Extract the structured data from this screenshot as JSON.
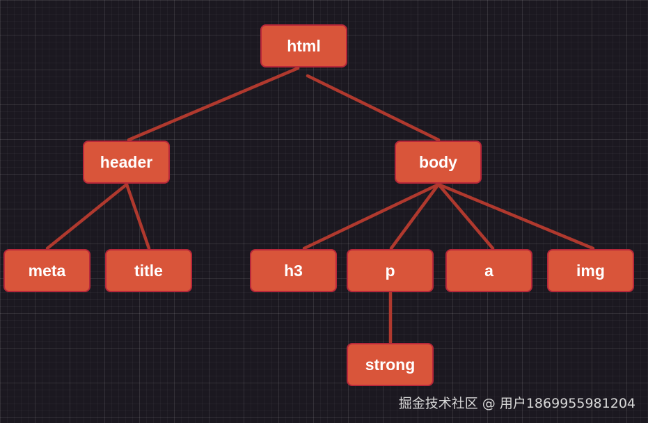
{
  "tree": {
    "nodes": {
      "html": "html",
      "header": "header",
      "body": "body",
      "meta": "meta",
      "title": "title",
      "h3": "h3",
      "p": "p",
      "a": "a",
      "img": "img",
      "strong": "strong"
    },
    "edges": [
      [
        "html",
        "header"
      ],
      [
        "html",
        "body"
      ],
      [
        "header",
        "meta"
      ],
      [
        "header",
        "title"
      ],
      [
        "body",
        "h3"
      ],
      [
        "body",
        "p"
      ],
      [
        "body",
        "a"
      ],
      [
        "body",
        "img"
      ],
      [
        "p",
        "strong"
      ]
    ]
  },
  "watermark": "掘金技术社区 @ 用户1869955981204",
  "colors": {
    "background": "#1b1820",
    "node_fill": "#d9553a",
    "node_border": "#b8283a",
    "edge": "#b0392e",
    "node_text": "#ffffff"
  }
}
